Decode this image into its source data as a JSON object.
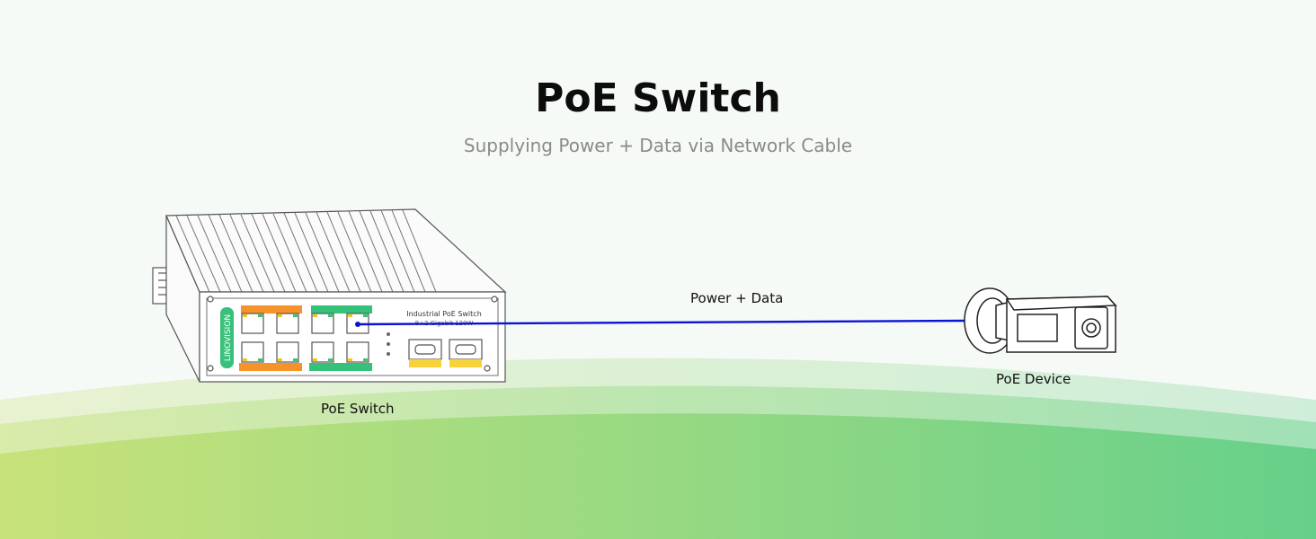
{
  "header": {
    "title": "PoE Switch",
    "subtitle": "Supplying Power + Data via Network Cable"
  },
  "diagram": {
    "switch_label": "PoE Switch",
    "link_label": "Power + Data",
    "device_label": "PoE Device",
    "switch_brand": "LINOVISION",
    "switch_panel_title": "Industrial PoE Switch",
    "switch_panel_subtitle": "8+2 Gigabit 120W",
    "cable_color": "#0a12d6",
    "ground_colors": [
      "#c8e27a",
      "#66d08a"
    ]
  }
}
